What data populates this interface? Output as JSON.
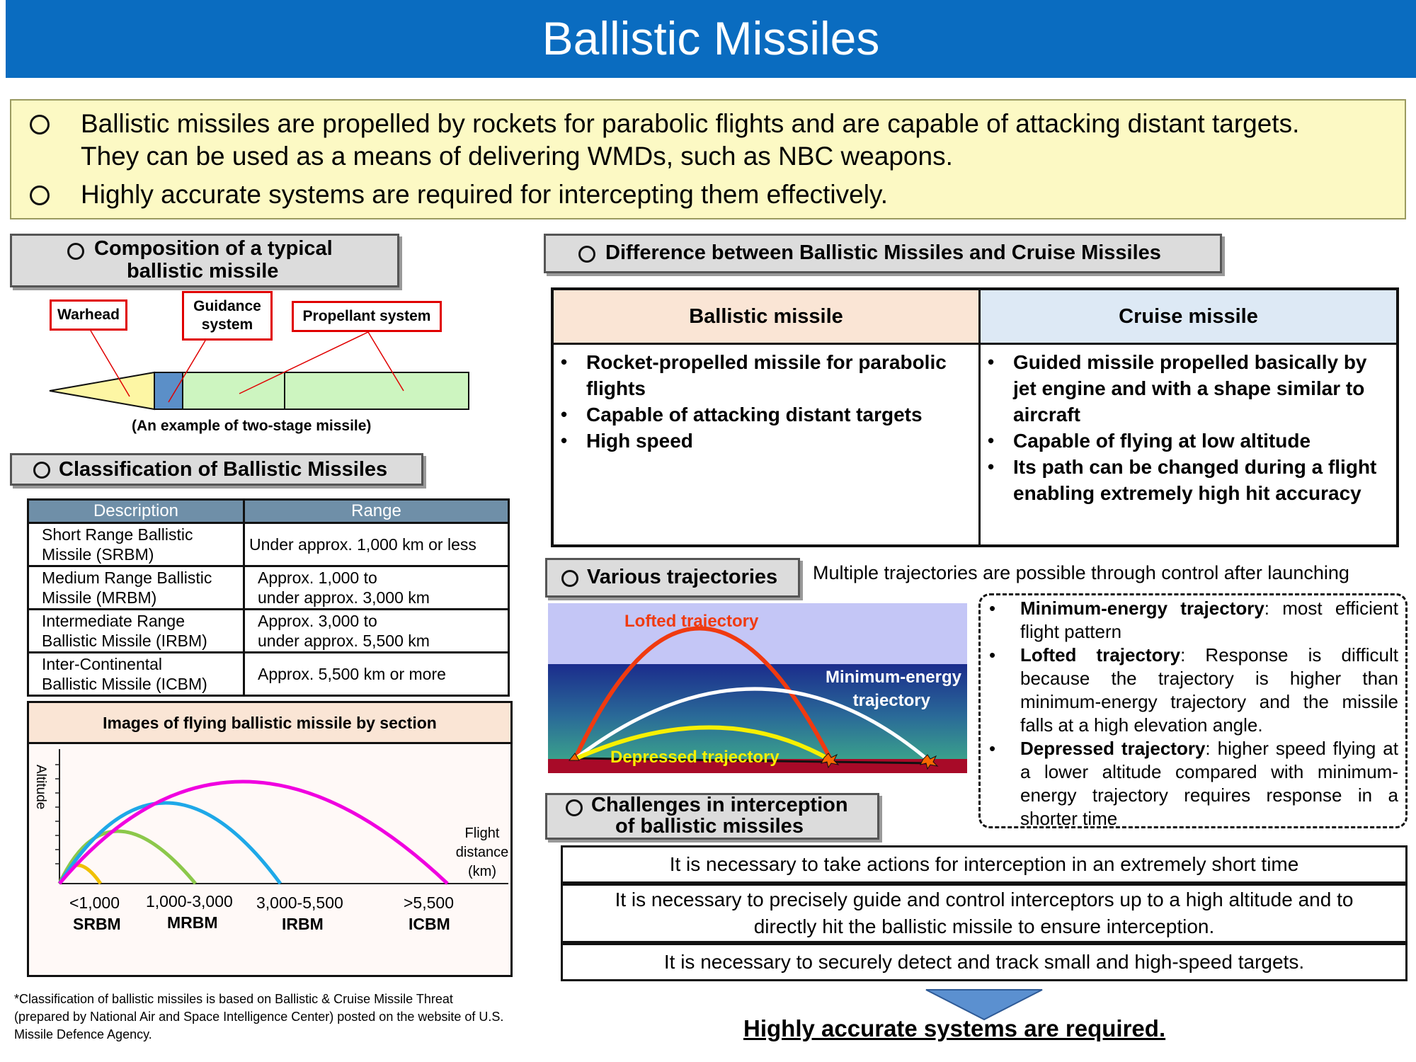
{
  "title": "Ballistic Missiles",
  "intro": [
    [
      "Ballistic missiles are propelled by rockets for parabolic flights and are capable of attacking distant targets.",
      "They can be used as a means of delivering WMDs, such as NBC weapons."
    ],
    [
      "Highly accurate systems are required for intercepting them effectively."
    ]
  ],
  "composition": {
    "heading_line1": "Composition of a typical",
    "heading_line2": "ballistic missile",
    "labels": {
      "warhead": "Warhead",
      "guidance_1": "Guidance",
      "guidance_2": "system",
      "propellant": "Propellant system"
    },
    "caption": "(An example of two-stage missile)"
  },
  "classification": {
    "heading": "Classification of Ballistic Missiles",
    "columns": [
      "Description",
      "Range"
    ],
    "rows": [
      {
        "desc_1": "Short Range Ballistic",
        "desc_2": "Missile (SRBM)",
        "range_1": "Under approx. 1,000 km or less",
        "range_2": ""
      },
      {
        "desc_1": "Medium Range Ballistic",
        "desc_2": "Missile (MRBM)",
        "range_1": "Approx. 1,000 to",
        "range_2": "under approx. 3,000 km"
      },
      {
        "desc_1": "Intermediate Range",
        "desc_2": "Ballistic Missile (IRBM)",
        "range_1": "Approx. 3,000 to",
        "range_2": "under approx. 5,500 km"
      },
      {
        "desc_1": "Inter-Continental",
        "desc_2": "Ballistic Missile (ICBM)",
        "range_1": "Approx. 5,500 km or more",
        "range_2": ""
      }
    ]
  },
  "flight_images": {
    "heading": "Images of flying ballistic missile by section",
    "ylabel": "Altitude",
    "xlabel_1": "Flight",
    "xlabel_2": "distance",
    "xlabel_3": "(km)",
    "categories": [
      {
        "range": "<1,000",
        "name": "SRBM",
        "color": "#f0c000"
      },
      {
        "range": "1,000-3,000",
        "name": "MRBM",
        "color": "#8cc84b"
      },
      {
        "range": "3,000-5,500",
        "name": "IRBM",
        "color": "#1ea8e8"
      },
      {
        "range": ">5,500",
        "name": "ICBM",
        "color": "#f000e0"
      }
    ]
  },
  "footnote": [
    "*Classification of ballistic missiles is based on Ballistic & Cruise Missile Threat",
    "(prepared by National Air and Space Intelligence Center) posted on the website of U.S.",
    "Missile Defence Agency."
  ],
  "difference": {
    "heading": "Difference between Ballistic Missiles and Cruise Missiles",
    "ballistic_header": "Ballistic missile",
    "cruise_header": "Cruise missile",
    "ballistic_points": [
      "Rocket-propelled missile for parabolic flights",
      "Capable of attacking distant targets",
      "High speed"
    ],
    "cruise_points": [
      "Guided missile propelled basically by jet engine and with a shape similar to aircraft",
      "Capable of flying at low altitude",
      "Its path can be changed during a flight enabling extremely high hit accuracy"
    ],
    "colors": {
      "ballistic_header_bg": "#fae5d5",
      "cruise_header_bg": "#dde9f5"
    }
  },
  "trajectories": {
    "heading": "Various trajectories",
    "note": "Multiple trajectories are possible through control after launching",
    "lofted": "Lofted trajectory",
    "minimum_1": "Minimum-energy",
    "minimum_2": "trajectory",
    "depressed": "Depressed trajectory",
    "details": [
      {
        "term": "Minimum-energy trajectory",
        "text": ": most efficient flight pattern"
      },
      {
        "term": "Lofted trajectory",
        "text": ": Response is difficult because the trajectory is higher than minimum-energy trajectory and the missile falls at a high elevation angle."
      },
      {
        "term": "Depressed trajectory",
        "text": ": higher speed flying at a lower altitude compared with minimum-energy trajectory requires response in a shorter time"
      }
    ]
  },
  "challenges": {
    "heading_line1": "Challenges in interception",
    "heading_line2": "of ballistic missiles",
    "items": [
      "It is necessary to take actions for interception in an extremely short time",
      "It is necessary to precisely guide and control interceptors up to a high altitude and to directly hit the ballistic missile to ensure interception.",
      "It is necessary to securely detect and track small and high-speed targets."
    ],
    "conclusion": "Highly accurate systems are required."
  }
}
